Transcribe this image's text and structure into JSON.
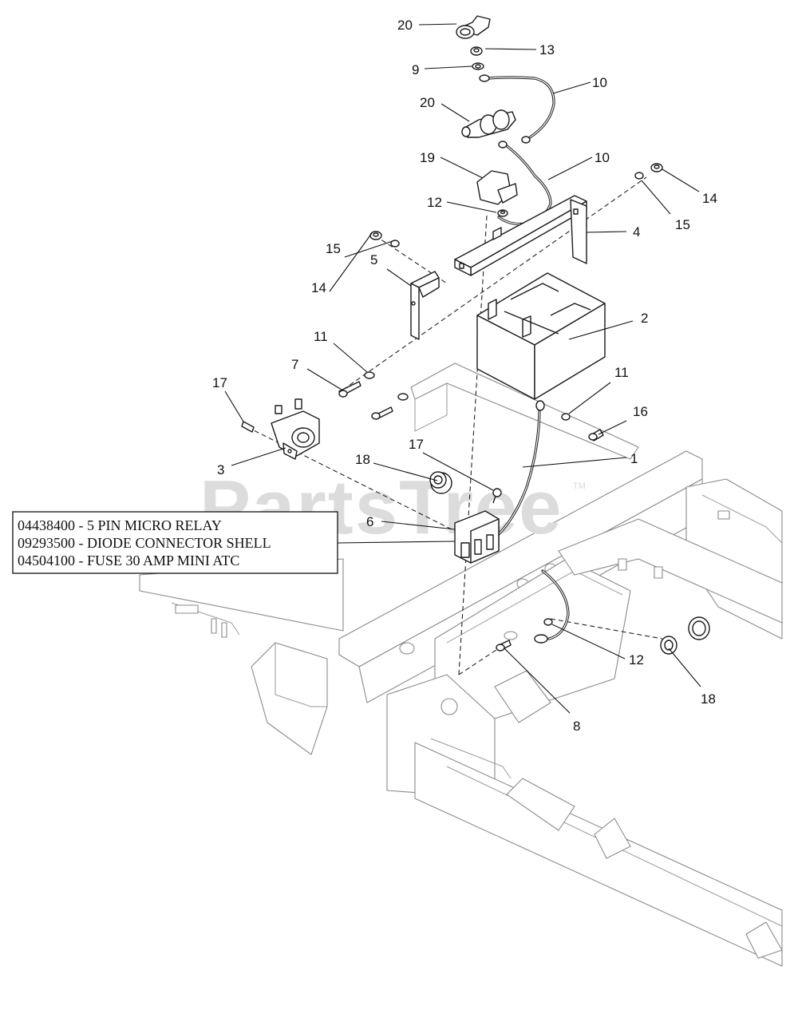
{
  "watermark": {
    "text": "PartsTree",
    "trademark": "TM"
  },
  "callouts": {
    "c20a": "20",
    "c13": "13",
    "c9": "9",
    "c10a": "10",
    "c20b": "20",
    "c19": "19",
    "c10b": "10",
    "c14a": "14",
    "c15a": "15",
    "c12a": "12",
    "c4": "4",
    "c15b": "15",
    "c5": "5",
    "c14b": "14",
    "c2": "2",
    "c11a": "11",
    "c7": "7",
    "c11b": "11",
    "c17a": "17",
    "c16": "16",
    "c3": "3",
    "c17b": "17",
    "c18a": "18",
    "c1": "1",
    "c6": "6",
    "c12b": "12",
    "c18b": "18",
    "c8": "8"
  },
  "note": {
    "lines": [
      "04438400 - 5 PIN MICRO RELAY",
      "09293500 - DIODE CONNECTOR SHELL",
      "04504100 - FUSE 30 AMP MINI ATC"
    ]
  }
}
